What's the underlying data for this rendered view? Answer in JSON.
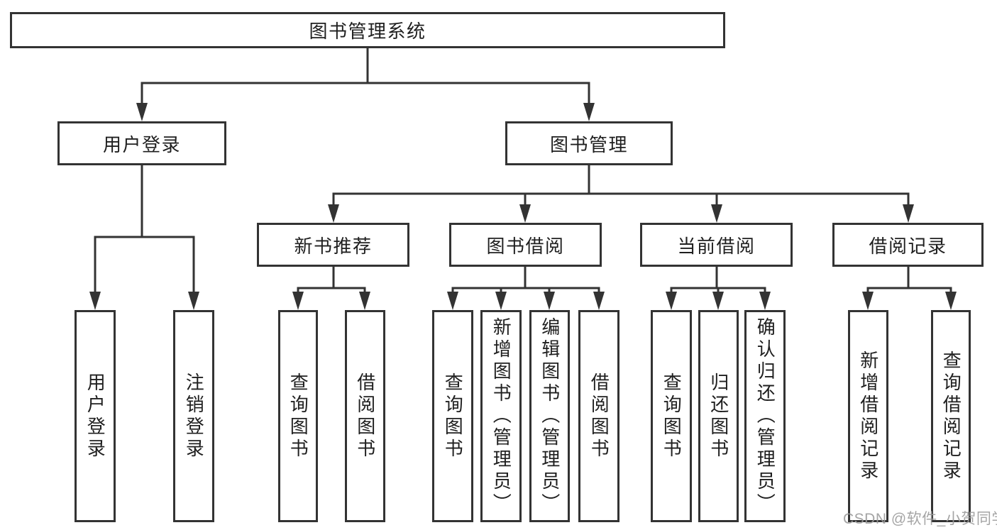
{
  "colors": {
    "line": "#333333",
    "box_border": "#333333",
    "text": "#1f1f1f",
    "background": "#ffffff",
    "watermark": "#9b9b9b"
  },
  "watermark": {
    "text": "CSDN @软件_小贺同学"
  },
  "tree": {
    "root": "图书管理系统",
    "children": [
      {
        "label": "用户登录",
        "children": [
          {
            "label": "用户登录"
          },
          {
            "label": "注销登录"
          }
        ]
      },
      {
        "label": "图书管理",
        "children": [
          {
            "label": "新书推荐",
            "children": [
              {
                "label": "查询图书"
              },
              {
                "label": "借阅图书"
              }
            ]
          },
          {
            "label": "图书借阅",
            "children": [
              {
                "label": "查询图书"
              },
              {
                "label": "新增图书（管理员）"
              },
              {
                "label": "编辑图书（管理员）"
              },
              {
                "label": "借阅图书"
              }
            ]
          },
          {
            "label": "当前借阅",
            "children": [
              {
                "label": "查询图书"
              },
              {
                "label": "归还图书"
              },
              {
                "label": "确认归还（管理员）"
              }
            ]
          },
          {
            "label": "借阅记录",
            "children": [
              {
                "label": "新增借阅记录"
              },
              {
                "label": "查询借阅记录"
              }
            ]
          }
        ]
      }
    ]
  }
}
